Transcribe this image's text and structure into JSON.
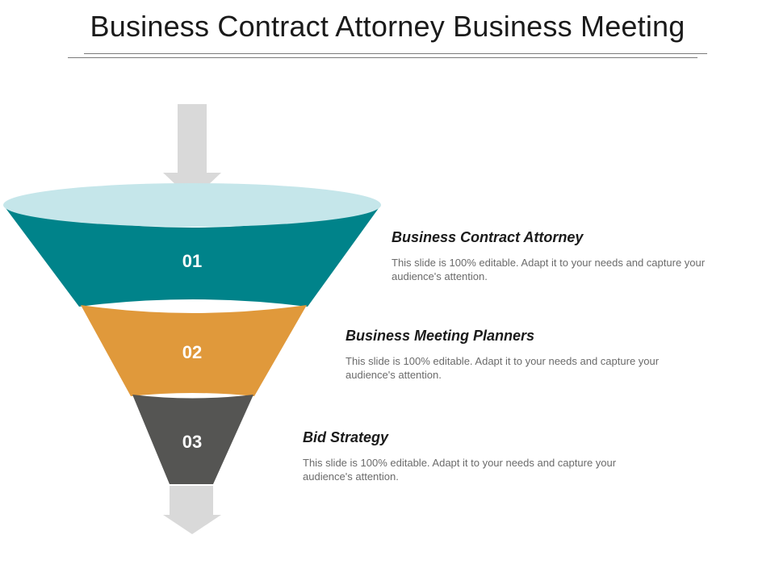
{
  "title": "Business Contract Attorney Business Meeting",
  "colors": {
    "arrow": "#d9d9d9",
    "funnel_top": "#c5e6ea",
    "stage_1": "#00838a",
    "stage_2": "#e0993b",
    "stage_3": "#555553",
    "heading_text": "#1a1a1a",
    "body_text": "#6b6b6b"
  },
  "stages": [
    {
      "number": "01",
      "heading": "Business Contract Attorney",
      "description": "This slide is 100% editable. Adapt it to your needs and capture your audience's attention."
    },
    {
      "number": "02",
      "heading": "Business Meeting Planners",
      "description": "This slide is 100% editable. Adapt it to your needs and capture your audience's attention."
    },
    {
      "number": "03",
      "heading": "Bid Strategy",
      "description": "This slide is 100% editable. Adapt it to your needs and capture your audience's attention."
    }
  ]
}
